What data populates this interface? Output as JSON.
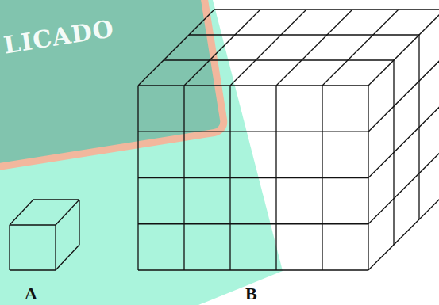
{
  "diagram": {
    "labels": [
      "LICADO",
      "A",
      "B"
    ]
  }
}
